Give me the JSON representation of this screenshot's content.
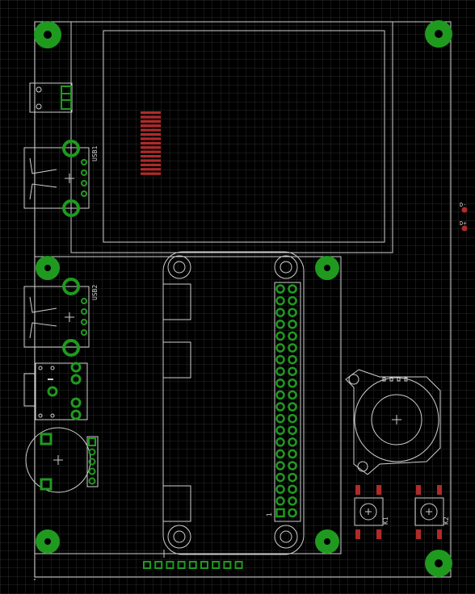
{
  "labels": {
    "usb1": "USB1",
    "usb2": "USB2",
    "d_minus": "D-",
    "d_plus": "D+",
    "k1": "K1",
    "k2": "K2",
    "pin1": "1"
  },
  "colors": {
    "background": "#000000",
    "grid": "#2a2a2a",
    "outline": "#cfcfcf",
    "pad": "#1f9a1f",
    "smd": "#b02a2a",
    "text": "#cfcfcf"
  }
}
